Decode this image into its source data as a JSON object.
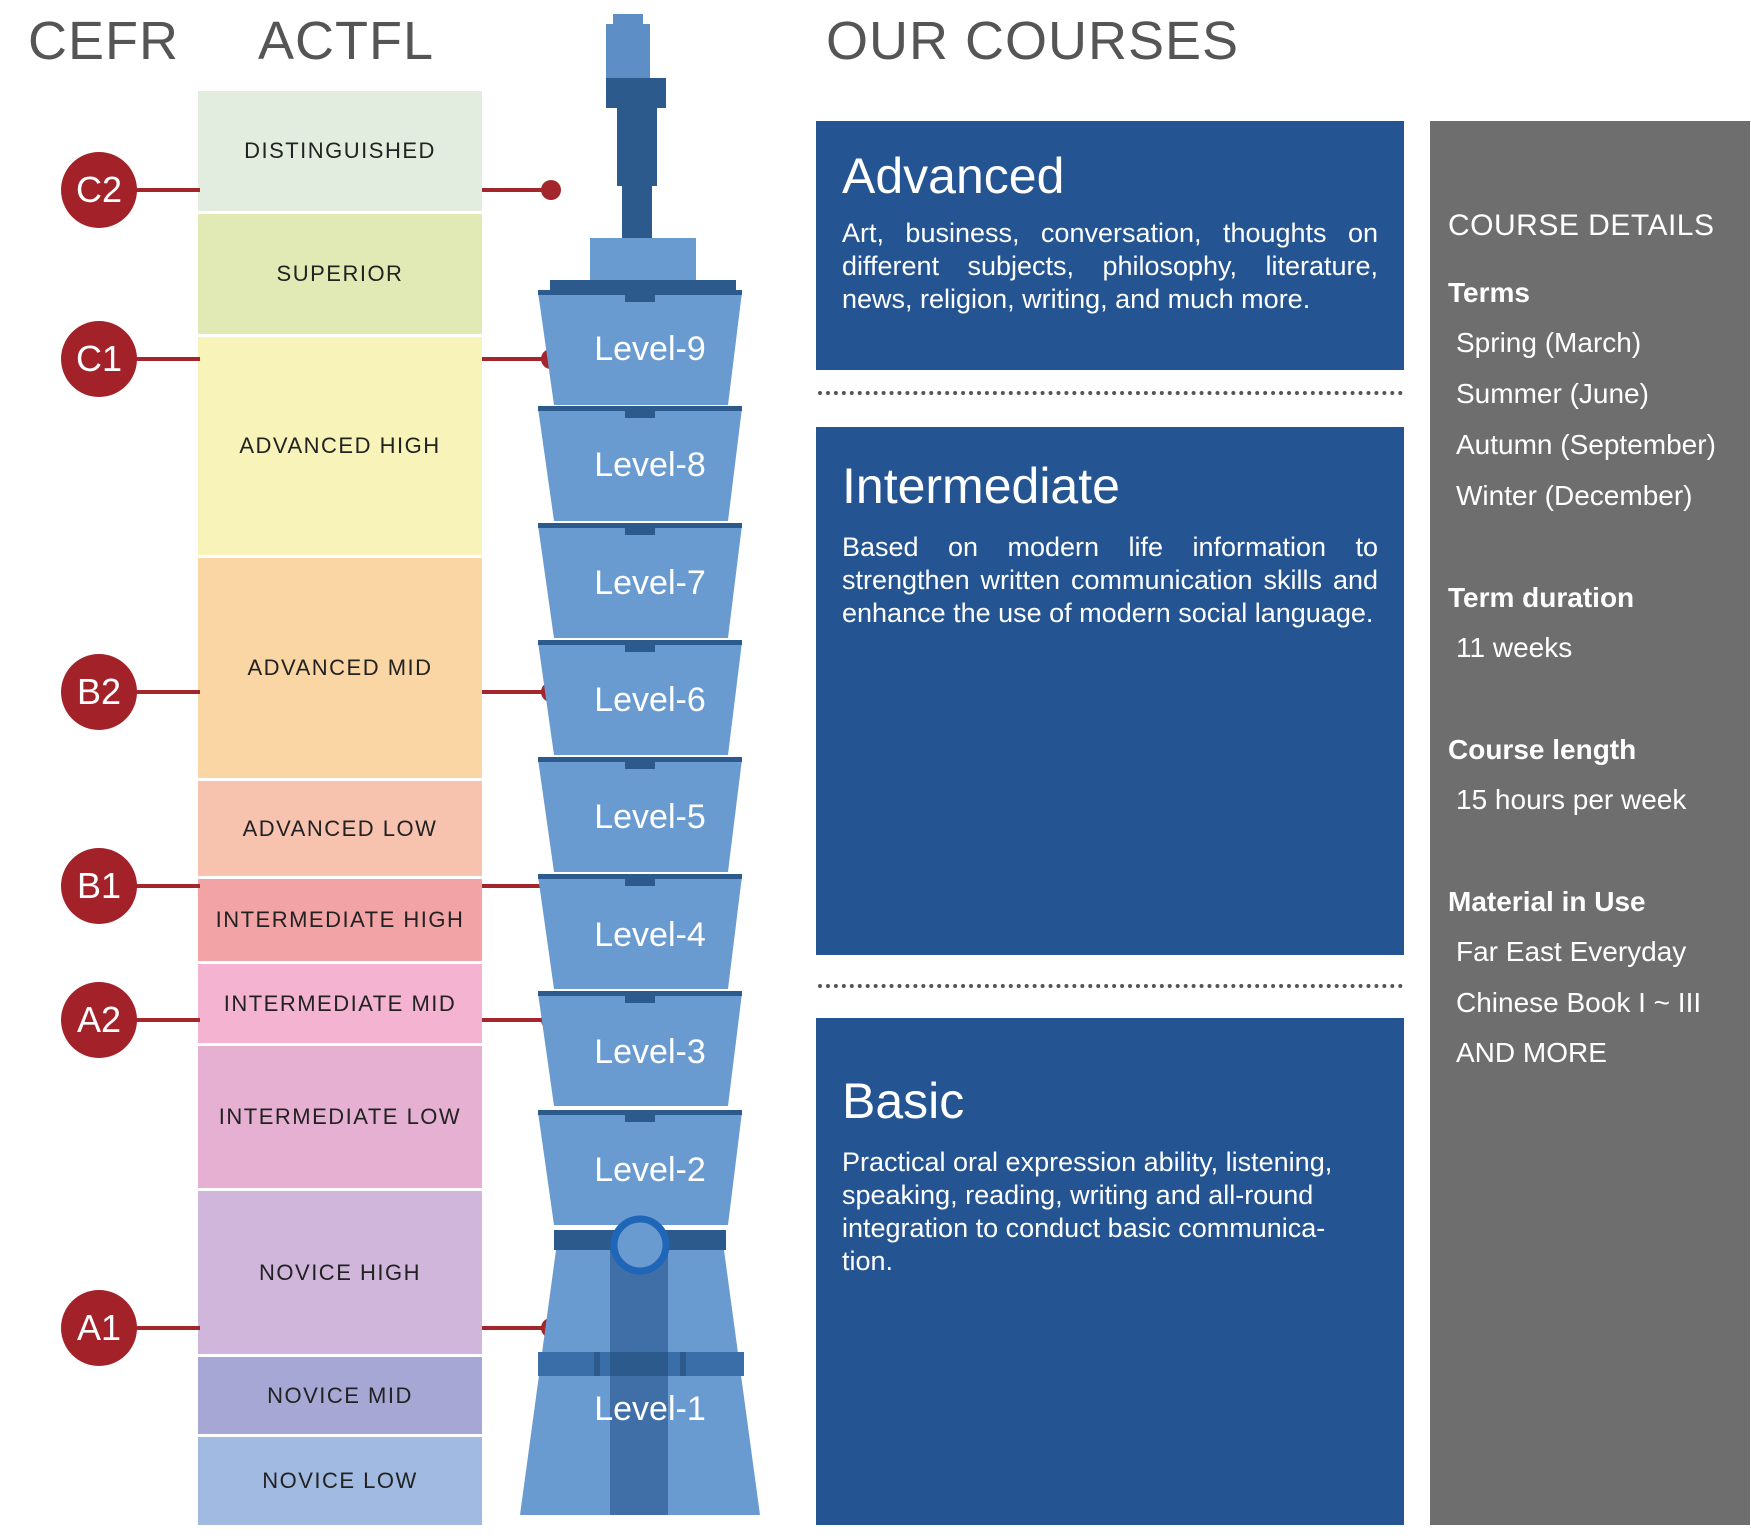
{
  "headers": {
    "cefr": "CEFR",
    "actfl": "ACTFL",
    "courses": "OUR COURSES"
  },
  "actfl_levels": [
    {
      "label": "DISTINGUISHED",
      "color": "#e2ecdf"
    },
    {
      "label": "SUPERIOR",
      "color": "#e1eab4"
    },
    {
      "label": "ADVANCED HIGH",
      "color": "#f7f3b9"
    },
    {
      "label": "ADVANCED MID",
      "color": "#fbd6a5"
    },
    {
      "label": "ADVANCED LOW",
      "color": "#f7c3af"
    },
    {
      "label": "INTERMEDIATE HIGH",
      "color": "#f2a3a6"
    },
    {
      "label": "INTERMEDIATE MID",
      "color": "#f4b4d1"
    },
    {
      "label": "INTERMEDIATE LOW",
      "color": "#e5b0d1"
    },
    {
      "label": "NOVICE HIGH",
      "color": "#cfb6da"
    },
    {
      "label": "NOVICE MID",
      "color": "#a6a7d4"
    },
    {
      "label": "NOVICE LOW",
      "color": "#a1bae2"
    }
  ],
  "cefr_levels": [
    "C2",
    "C1",
    "B2",
    "B1",
    "A2",
    "A1"
  ],
  "tower_levels": [
    "Level-9",
    "Level-8",
    "Level-7",
    "Level-6",
    "Level-5",
    "Level-4",
    "Level-3",
    "Level-2",
    "Level-1"
  ],
  "courses": [
    {
      "title": "Advanced",
      "description": "Art, business, conversation, thoughts on different subjects, philosophy, literature, news, religion, writing, and much more."
    },
    {
      "title": "Intermediate",
      "description": "Based on modern life information to strengthen written communication skills and enhance the use of modern social language."
    },
    {
      "title": "Basic",
      "description": "Practical oral expression ability, listening, speaking, reading, writing and all-round integration to conduct basic communica- tion."
    }
  ],
  "details": {
    "title": "COURSE DETAILS",
    "terms_label": "Terms",
    "terms": [
      "Spring (March)",
      "Summer (June)",
      "Autumn (September)",
      "Winter (December)"
    ],
    "duration_label": "Term duration",
    "duration": "11 weeks",
    "length_label": "Course length",
    "length": "15 hours per week",
    "material_label": "Material in Use",
    "materials": [
      "Far East Everyday",
      "Chinese Book I ~ III",
      "AND MORE"
    ]
  },
  "colors": {
    "cefr_red": "#a3222a",
    "course_blue": "#245592",
    "details_gray": "#6f6e6f",
    "tower_light": "#6a9bd0",
    "tower_dark": "#2d5a8c"
  }
}
